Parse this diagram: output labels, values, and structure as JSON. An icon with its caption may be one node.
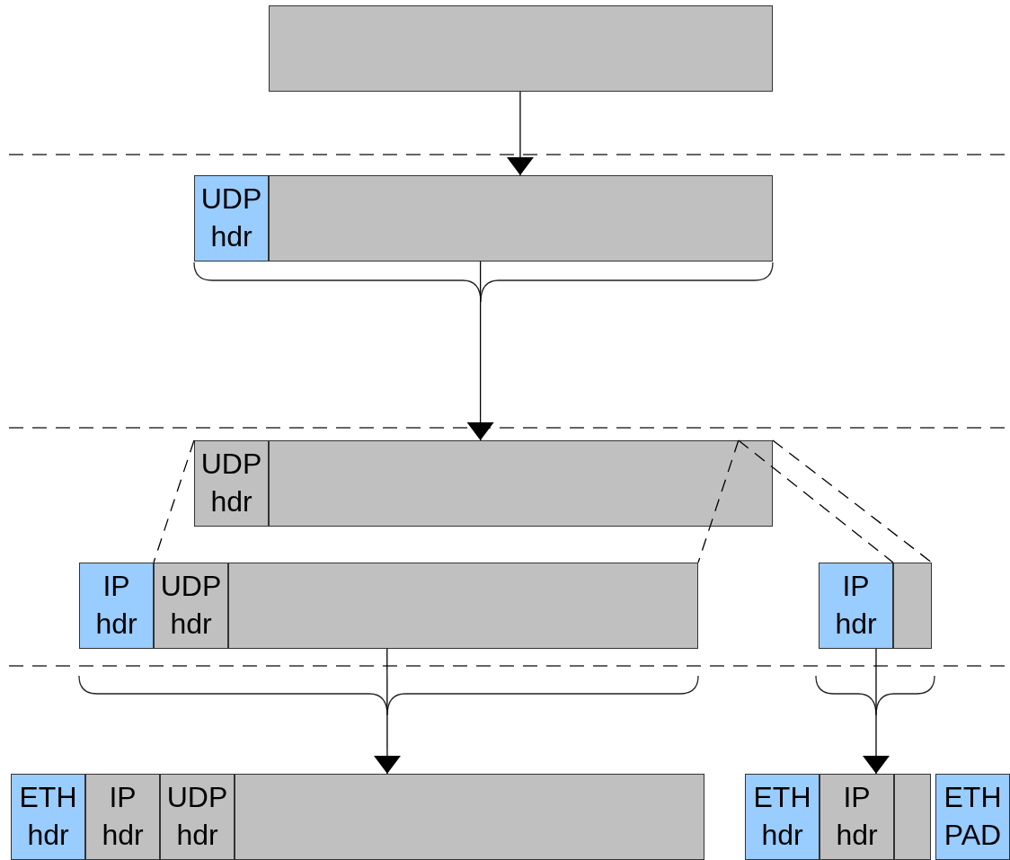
{
  "diagram": {
    "nodes": [
      {
        "text": [],
        "shape": "box"
      },
      {
        "text": [
          "UDP hdr"
        ]
      },
      {
        "text": [],
        "shape": "box"
      },
      {
        "text": [
          "UDP hdr"
        ]
      },
      {
        "text": [],
        "shape": "box"
      },
      {
        "text": [
          "IP hdr"
        ]
      },
      {
        "text": [
          "UDP hdr"
        ]
      },
      {
        "text": [],
        "shape": "box"
      },
      {
        "text": [
          "IP hdr"
        ]
      },
      {
        "text": [],
        "shape": "box"
      },
      {
        "text": [
          "ETH hdr"
        ]
      },
      {
        "text": [
          "IP hdr"
        ]
      },
      {
        "text": [
          "UDP hdr"
        ]
      },
      {
        "text": [],
        "shape": "box"
      },
      {
        "text": [
          "ETH hdr"
        ]
      },
      {
        "text": [
          "IP hdr"
        ]
      },
      {
        "text": [],
        "shape": "box"
      },
      {
        "text": [
          "ETH PAD"
        ]
      }
    ],
    "edges": [
      {
        "from": 0,
        "to": 2,
        "arrow": "to"
      },
      {
        "from": 2,
        "to": 4,
        "arrow": "to"
      },
      {
        "from": 3,
        "to": 6,
        "arrow": "none",
        "style": "dashed"
      },
      {
        "from": 4,
        "to": 7,
        "arrow": "none",
        "style": "dashed"
      },
      {
        "from": 4,
        "to": 9,
        "arrow": "none",
        "style": "dashed"
      },
      {
        "from": 4,
        "to": 9,
        "arrow": "none",
        "style": "dashed"
      },
      {
        "from": 7,
        "to": 13,
        "arrow": "to"
      },
      {
        "from": 8,
        "to": 15,
        "arrow": "to"
      }
    ]
  }
}
